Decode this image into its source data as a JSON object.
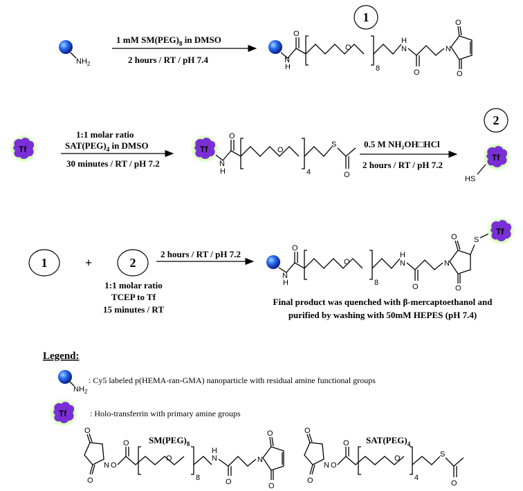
{
  "reaction1": {
    "line1": "1 mM SM(PEG)",
    "line1_sub": "8",
    "line1_tail": " in DMSO",
    "line2": "2 hours / RT / pH 7.4"
  },
  "reaction2": {
    "line1": "1:1 molar ratio",
    "line2": "SAT(PEG)",
    "line2_sub": "4",
    "line2_tail": " in DMSO",
    "line3": "30 minutes / RT / pH 7.2"
  },
  "reaction3": {
    "line1": "0.5 M NH₂OH□HCl",
    "line2": "2 hours / RT / pH 7.2"
  },
  "reaction4": {
    "line1": "2 hours / RT / pH 7.2",
    "below1": "1:1 molar ratio",
    "below2": "TCEP to Tf",
    "below3": "15 minutes / RT"
  },
  "compound_labels": {
    "one": "1",
    "two": "2",
    "plus": "+"
  },
  "atoms": {
    "O": "O",
    "N": "N",
    "H": "H",
    "S": "S",
    "NH2": "NH",
    "NH2_sub": "2",
    "HS": "HS",
    "Tf": "Tf"
  },
  "subscripts": {
    "n8": "8",
    "n4": "4"
  },
  "final_note": {
    "line1": "Final product was quenched with β-mercaptoethanol and",
    "line2": "purified by washing with 50mM HEPES (pH 7.4)"
  },
  "legend": {
    "title": "Legend:",
    "nanoparticle": ": Cy5 labeled p(HEMA-ran-GMA) nanoparticle with residual amine functional groups",
    "transferrin": ": Holo-transferrin with primary amine groups",
    "smpeg": "SM(PEG)",
    "smpeg_sub": "8",
    "satpeg": "SAT(PEG)",
    "satpeg_sub": "4"
  },
  "colors": {
    "nanoparticle": "#1f4fe0",
    "tf_glow": "#66ff33",
    "tf_body": "#7a2fd6"
  }
}
